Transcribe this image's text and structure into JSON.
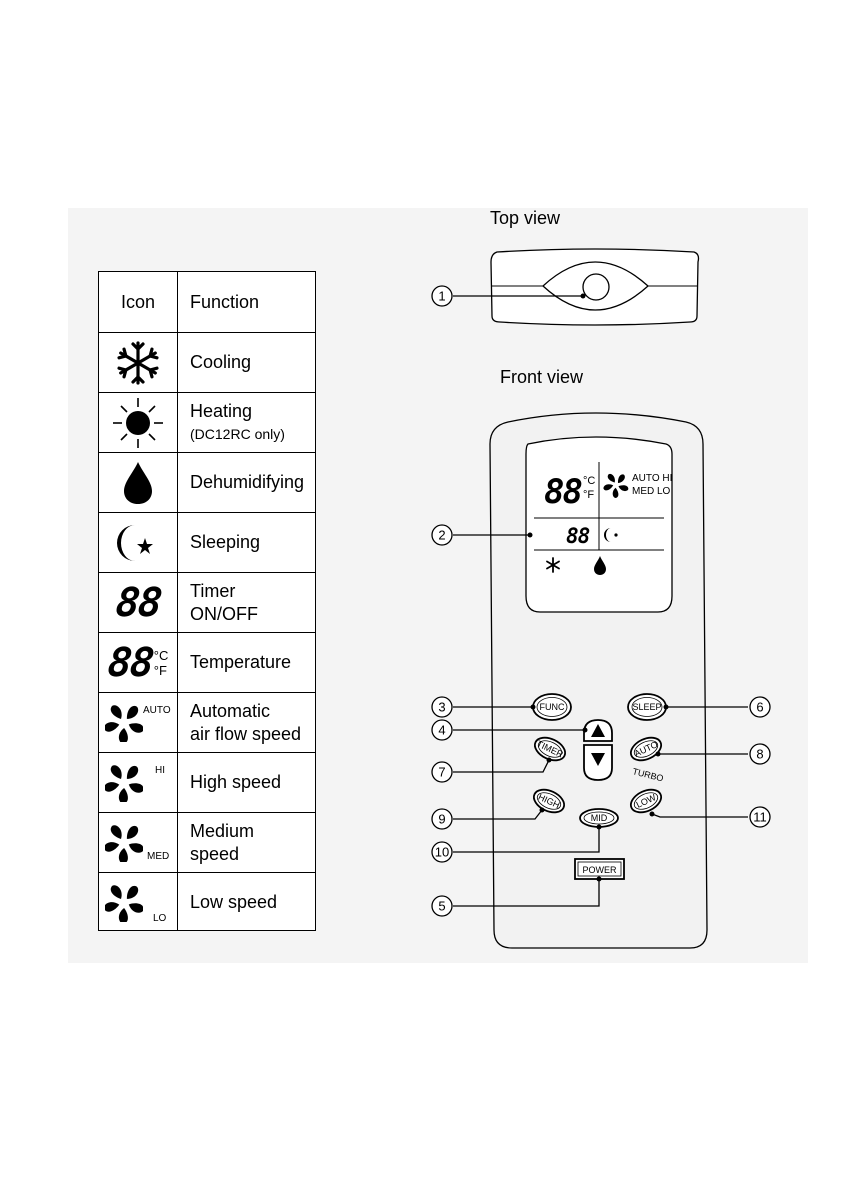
{
  "views": {
    "top": "Top view",
    "front": "Front view"
  },
  "table": {
    "header_icon": "Icon",
    "header_function": "Function",
    "rows": [
      {
        "icon": "snowflake-icon",
        "lines": [
          "Cooling"
        ]
      },
      {
        "icon": "sun-icon",
        "lines": [
          "Heating"
        ],
        "note": "(DC12RC only)"
      },
      {
        "icon": "water-drop-icon",
        "lines": [
          "Dehumidifying"
        ]
      },
      {
        "icon": "moon-star-icon",
        "lines": [
          "Sleeping"
        ]
      },
      {
        "icon": "timer-digits-icon",
        "digits": "88",
        "lines": [
          "Timer",
          "ON/OFF"
        ]
      },
      {
        "icon": "temperature-digits-icon",
        "digits": "88",
        "unit_c": "°C",
        "unit_f": "°F",
        "lines": [
          "Temperature"
        ]
      },
      {
        "icon": "fan-icon",
        "speed_tag": "AUTO",
        "lines": [
          "Automatic",
          "air flow speed"
        ]
      },
      {
        "icon": "fan-icon",
        "speed_tag": "HI",
        "lines": [
          "High speed"
        ]
      },
      {
        "icon": "fan-icon",
        "speed_tag": "MED",
        "lines": [
          "Medium",
          "speed"
        ]
      },
      {
        "icon": "fan-icon",
        "speed_tag": "LO",
        "lines": [
          "Low speed"
        ]
      }
    ]
  },
  "lcd": {
    "temp_digits": "88",
    "unit_c": "°C",
    "unit_f": "°F",
    "speed_line1": "AUTO HI",
    "speed_line2": "MED  LO",
    "timer_digits": "88"
  },
  "buttons": {
    "func": "FUNC",
    "sleep": "SLEEP",
    "timer": "TIMER",
    "auto": "AUTO",
    "turbo": "TURBO",
    "high": "HIGH",
    "low": "LOW",
    "mid": "MID",
    "power": "POWER"
  },
  "callouts": [
    "1",
    "2",
    "3",
    "4",
    "5",
    "6",
    "7",
    "8",
    "9",
    "10",
    "11"
  ],
  "colors": {
    "line": "#000000",
    "remote_fill": "#f2f2f2",
    "panel": "#f4f4f4"
  }
}
